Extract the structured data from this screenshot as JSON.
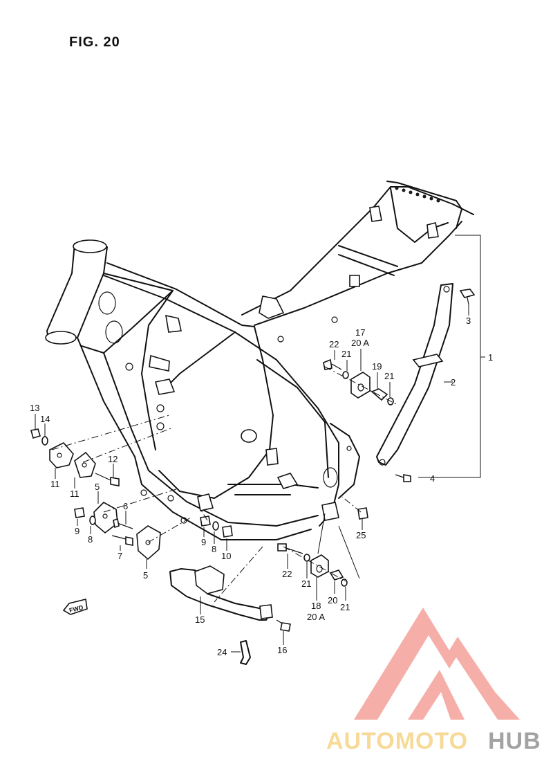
{
  "figure": {
    "title": "FIG. 20"
  },
  "callouts": {
    "c1": "1",
    "c2": "2",
    "c3": "3",
    "c4": "4",
    "c5a": "5",
    "c5b": "5",
    "c6": "6",
    "c7": "7",
    "c8a": "8",
    "c8b": "8",
    "c9a": "9",
    "c9b": "9",
    "c10": "10",
    "c11a": "11",
    "c11b": "11",
    "c12": "12",
    "c13": "13",
    "c14": "14",
    "c15": "15",
    "c16": "16",
    "c17": "17",
    "c18": "18",
    "c19": "19",
    "c20": "20",
    "c20a_top": "20 A",
    "c20a_bot": "20 A",
    "c21a": "21",
    "c21b": "21",
    "c21c": "21",
    "c21d": "21",
    "c22a": "22",
    "c22b": "22",
    "c24": "24",
    "c25": "25"
  },
  "fwd_arrow": {
    "label": "FWD"
  },
  "watermark": {
    "part1": "AUTOMOTO",
    "part2": "HUB",
    "color_primary": "#f4a09a",
    "color_secondary": "#f7d68c",
    "color_dark": "#9a9a9a"
  }
}
